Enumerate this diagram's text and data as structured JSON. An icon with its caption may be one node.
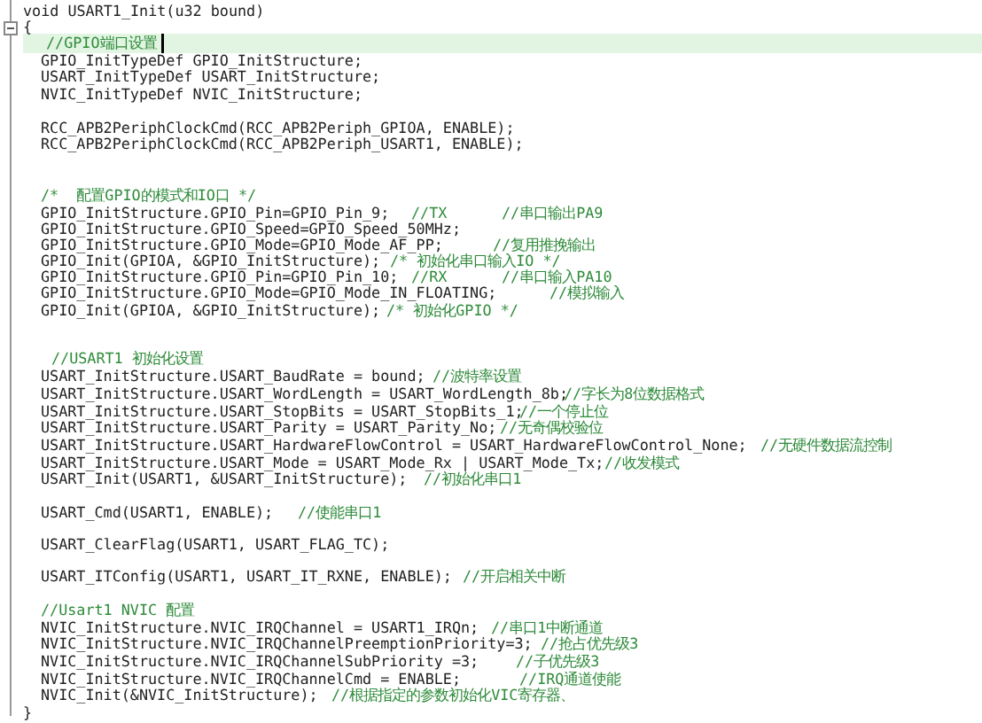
{
  "diagram": {
    "labels": [
      "void USART1_Init(u32 bound)",
      "{",
      "//GPIO端口设置",
      "GPIO_InitTypeDef GPIO_InitStructure;",
      "USART_InitTypeDef USART_InitStructure;",
      "NVIC_InitTypeDef NVIC_InitStructure;",
      "RCC_APB2PeriphClockCmd(RCC_APB2Periph_GPIOA, ENABLE);",
      "RCC_APB2PeriphClockCmd(RCC_APB2Periph_USART1, ENABLE);",
      "/*  配置GPIO的模式和IO口 */",
      "GPIO_InitStructure.GPIO_Pin=GPIO_Pin_9;",
      "//TX",
      "//串口输出PA9",
      "GPIO_InitStructure.GPIO_Speed=GPIO_Speed_50MHz;",
      "GPIO_InitStructure.GPIO_Mode=GPIO_Mode_AF_PP;",
      "//复用推挽输出",
      "GPIO_Init(GPIOA, &GPIO_InitStructure);",
      "/* 初始化串口输入IO */",
      "GPIO_InitStructure.GPIO_Pin=GPIO_Pin_10;",
      "//RX",
      "//串口输入PA10",
      "GPIO_InitStructure.GPIO_Mode=GPIO_Mode_IN_FLOATING;",
      "//模拟输入",
      "GPIO_Init(GPIOA, &GPIO_InitStructure);",
      "/* 初始化GPIO */",
      "//USART1 初始化设置",
      "USART_InitStructure.USART_BaudRate = bound;",
      "//波特率设置",
      "USART_InitStructure.USART_WordLength = USART_WordLength_8b;",
      "//字长为8位数据格式",
      "USART_InitStructure.USART_StopBits = USART_StopBits_1;",
      "//一个停止位",
      "USART_InitStructure.USART_Parity = USART_Parity_No;",
      "//无奇偶校验位",
      "USART_InitStructure.USART_HardwareFlowControl = USART_HardwareFlowControl_None;",
      "//无硬件数据流控制",
      "USART_InitStructure.USART_Mode = USART_Mode_Rx | USART_Mode_Tx;",
      "//收发模式",
      "USART_Init(USART1, &USART_InitStructure);",
      "//初始化串口1",
      "USART_Cmd(USART1, ENABLE);",
      "//使能串口1",
      "USART_ClearFlag(USART1, USART_FLAG_TC);",
      "USART_ITConfig(USART1, USART_IT_RXNE, ENABLE);",
      "//开启相关中断",
      "//Usart1 NVIC 配置",
      "NVIC_InitStructure.NVIC_IRQChannel = USART1_IRQn;",
      "//串口1中断通道",
      "NVIC_InitStructure.NVIC_IRQChannelPreemptionPriority=3;",
      "//抢占优先级3",
      "NVIC_InitStructure.NVIC_IRQChannelSubPriority =3;",
      "//子优先级3",
      "NVIC_InitStructure.NVIC_IRQChannelCmd = ENABLE;",
      "//IRQ通道使能",
      "NVIC_Init(&NVIC_InitStructure);",
      "//根据指定的参数初始化VIC寄存器、",
      "}"
    ]
  }
}
